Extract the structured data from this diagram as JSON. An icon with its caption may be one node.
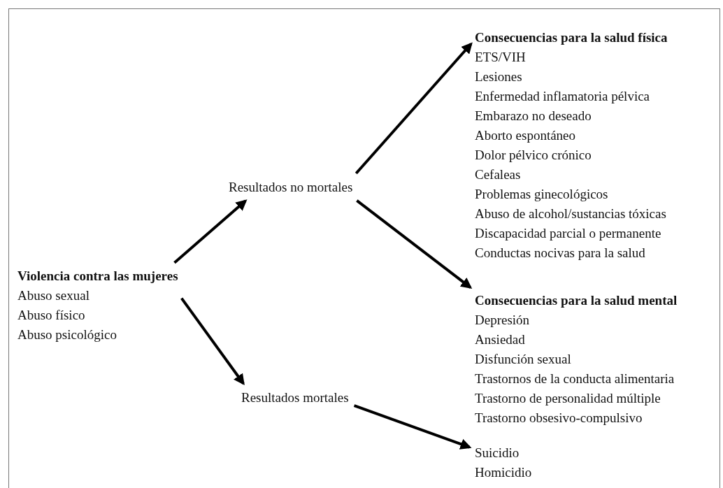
{
  "diagram": {
    "nodes": [
      {
        "text": [
          "Violencia contra las mujeres",
          "Abuso sexual",
          "Abuso físico",
          "Abuso psicológico"
        ]
      },
      {
        "text": [
          "Resultados no mortales"
        ]
      },
      {
        "text": [
          "Resultados mortales"
        ]
      },
      {
        "text": [
          "Consecuencias para la salud física",
          "ETS/VIH",
          "Lesiones",
          "Enfermedad inflamatoria pélvica",
          "Embarazo no deseado",
          "Aborto espontáneo",
          "Dolor pélvico crónico",
          "Cefaleas",
          "Problemas ginecológicos",
          "Abuso de alcohol/sustancias tóxicas",
          "Discapacidad parcial o permanente",
          "Conductas nocivas para la salud"
        ]
      },
      {
        "text": [
          "Consecuencias para la salud mental",
          "Depresión",
          "Ansiedad",
          "Disfunción sexual",
          "Trastornos de la conducta alimentaria",
          "Trastorno de personalidad múltiple",
          "Trastorno obsesivo-compulsivo"
        ]
      },
      {
        "text": [
          "Suicidio",
          "Homicidio"
        ]
      }
    ],
    "edges": [
      {
        "from": 0,
        "to": 1,
        "arrow": "to"
      },
      {
        "from": 0,
        "to": 2,
        "arrow": "to"
      },
      {
        "from": 1,
        "to": 3,
        "arrow": "to"
      },
      {
        "from": 1,
        "to": 4,
        "arrow": "to"
      },
      {
        "from": 2,
        "to": 5,
        "arrow": "to"
      }
    ]
  }
}
